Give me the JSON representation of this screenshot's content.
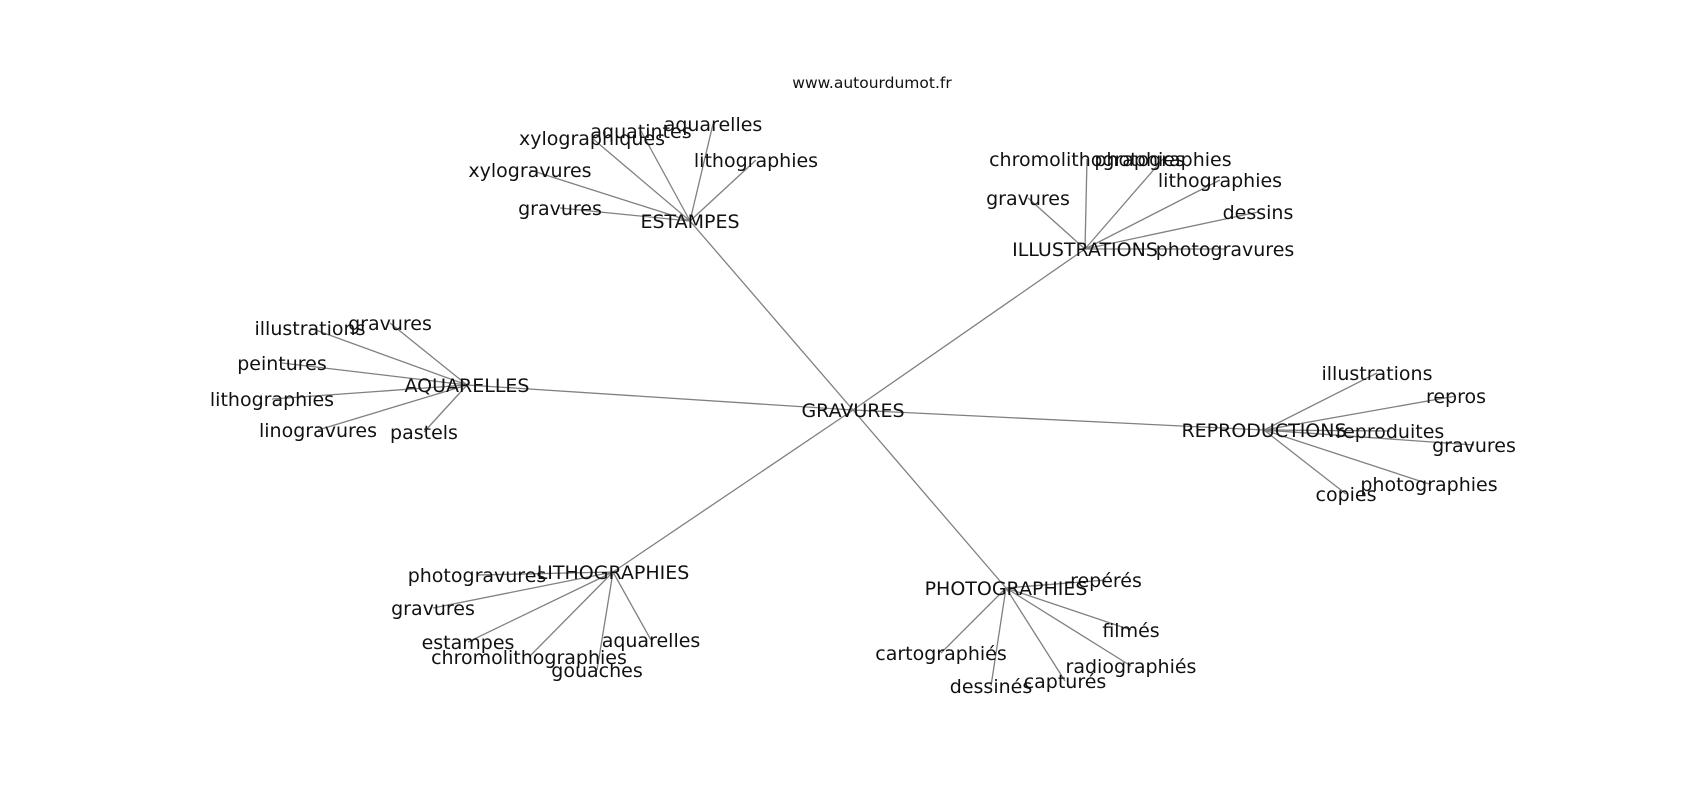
{
  "site": "www.autourdumot.fr",
  "center": "GRAVURES",
  "clusters": [
    {
      "hub": "ESTAMPES",
      "leaves": [
        "gravures",
        "xylogravures",
        "xylographiques",
        "aquatintes",
        "aquarelles",
        "lithographies"
      ]
    },
    {
      "hub": "ILLUSTRATIONS",
      "leaves": [
        "gravures",
        "chromolithographies",
        "photographies",
        "lithographies",
        "dessins",
        "photogravures"
      ]
    },
    {
      "hub": "AQUARELLES",
      "leaves": [
        "illustrations",
        "gravures",
        "peintures",
        "lithographies",
        "linogravures",
        "pastels"
      ]
    },
    {
      "hub": "REPRODUCTIONS",
      "leaves": [
        "illustrations",
        "repros",
        "reproduites",
        "gravures",
        "photographies",
        "copies"
      ]
    },
    {
      "hub": "LITHOGRAPHIES",
      "leaves": [
        "photogravures",
        "gravures",
        "estampes",
        "chromolithographies",
        "gouaches",
        "aquarelles"
      ]
    },
    {
      "hub": "PHOTOGRAPHIES",
      "leaves": [
        "repérés",
        "filmés",
        "radiographiés",
        "capturés",
        "dessinés",
        "cartographiés"
      ]
    }
  ]
}
